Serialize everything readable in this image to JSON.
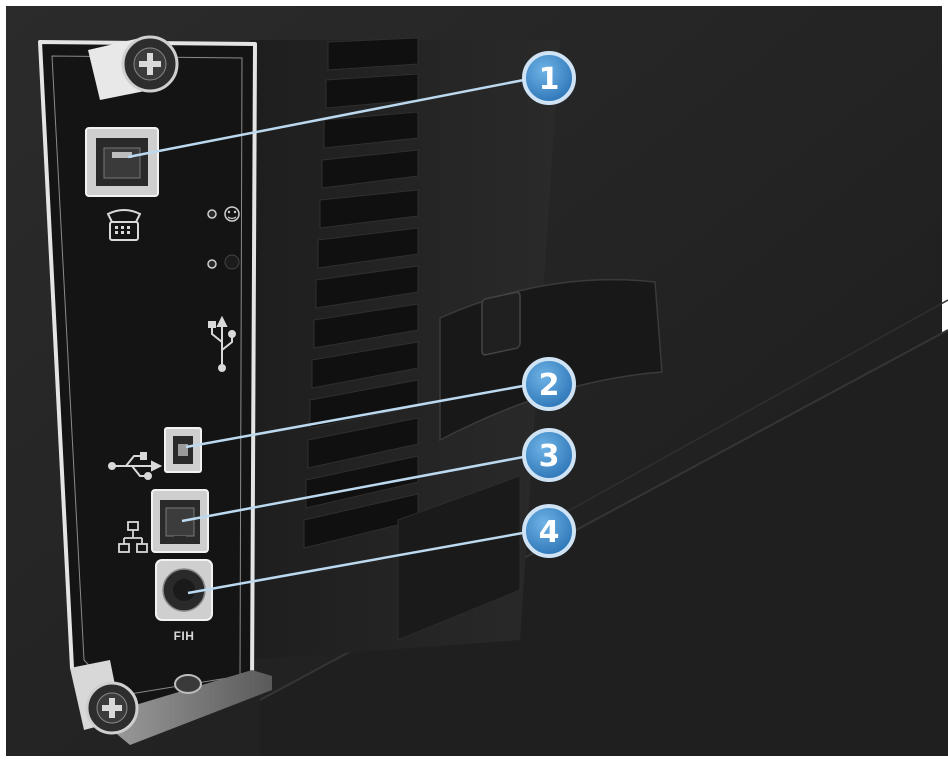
{
  "callouts": [
    {
      "number": "1",
      "target": "fax-port"
    },
    {
      "number": "2",
      "target": "usb-port"
    },
    {
      "number": "3",
      "target": "network-port"
    },
    {
      "number": "4",
      "target": "fih-port"
    }
  ],
  "labels": {
    "fih": "FIH"
  },
  "icons": {
    "fax": "telephone-icon",
    "usb": "usb-icon",
    "network": "network-icon"
  },
  "colors": {
    "callout_fill": "#3a88c8",
    "callout_ring": "#cfe3f5",
    "leader_line": "#bcd9ef",
    "printer_body": "#242424",
    "panel": "#151515",
    "panel_border": "#e2e2e2"
  }
}
